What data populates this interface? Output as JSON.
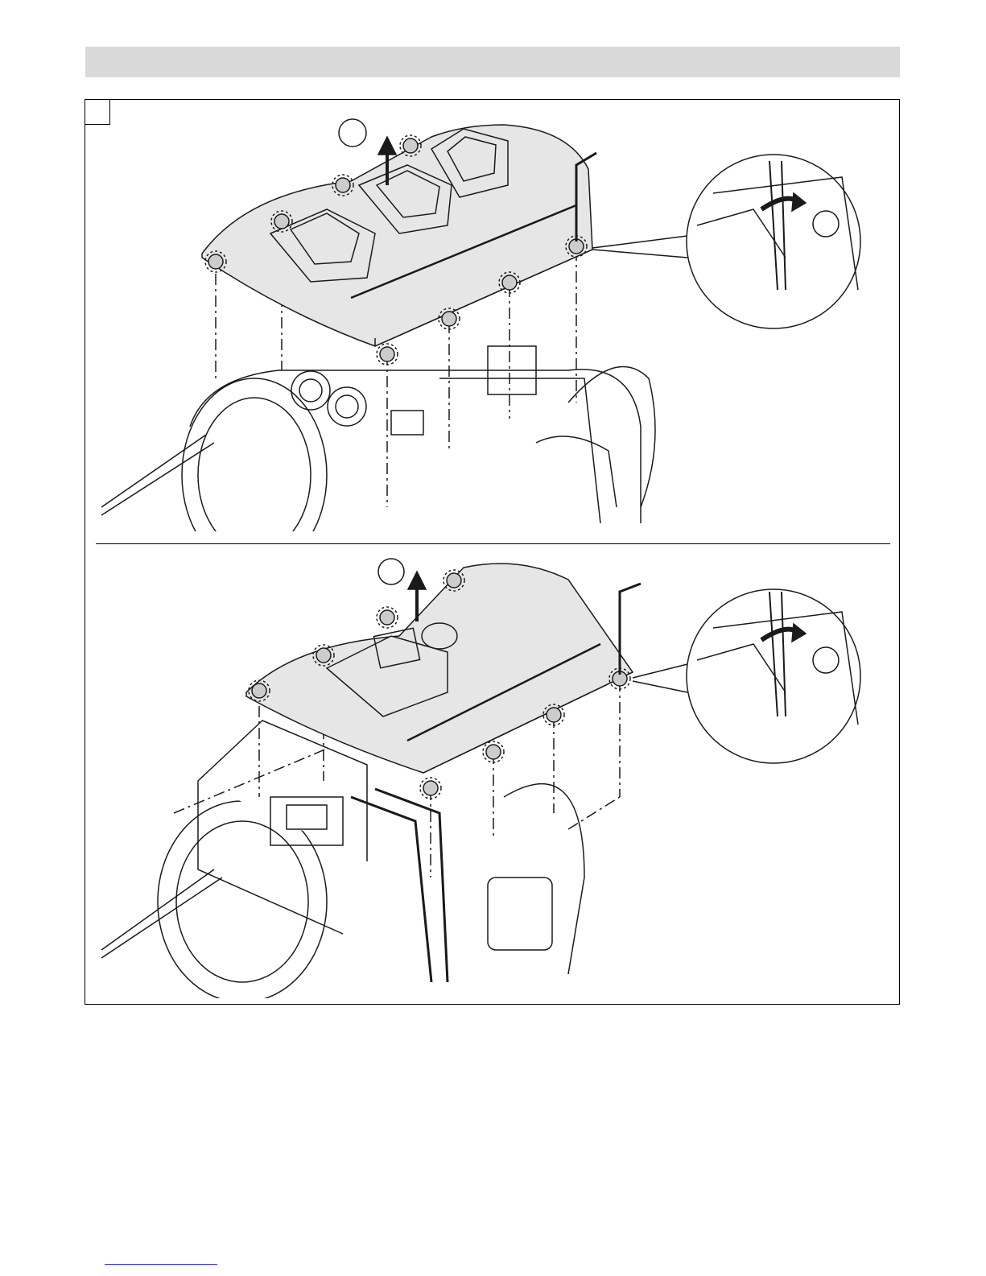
{
  "header": {
    "title": ""
  },
  "figure": {
    "step_label": "",
    "panels": [
      {
        "name": "top",
        "callouts": [
          "",
          ""
        ],
        "cover_type": "ribbed"
      },
      {
        "name": "bottom",
        "callouts": [
          "",
          ""
        ],
        "cover_type": "display"
      }
    ]
  },
  "colors": {
    "cover_fill": "#e6e6e6",
    "line": "#1a1a1a",
    "header_bar": "#d9d9d9"
  },
  "icons": [
    "arrow-up-icon",
    "rotate-arrow-icon",
    "hex-key-icon",
    "screw-icon"
  ]
}
